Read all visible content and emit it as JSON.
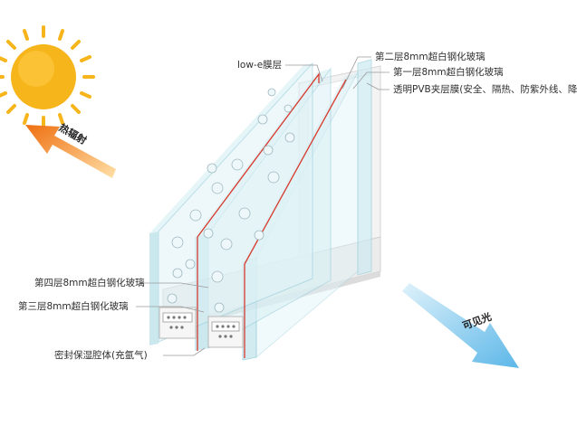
{
  "labels": {
    "low_e": "low-e膜层",
    "second_layer": "第二层8mm超白钢化玻璃",
    "first_layer": "第一层8mm超白钢化玻璃",
    "pvb": "透明PVB夹层膜(安全、隔热、防紫外线、降噪)",
    "fourth_layer": "第四层8mm超白钢化玻璃",
    "third_layer": "第三层8mm超白钢化玻璃",
    "cavity": "密封保湿腔体(充氩气)"
  },
  "arrows": {
    "heat": "热辐射",
    "visible": "可见光"
  },
  "colors": {
    "sun": "#f7b51c",
    "heat_arrow": "#f07a16",
    "light_arrow": "#7cc6ee",
    "glass": "#cdeaf2",
    "glass_edge": "#8fcad6",
    "red_line": "#d8392c",
    "frame": "#e9e9e9"
  }
}
